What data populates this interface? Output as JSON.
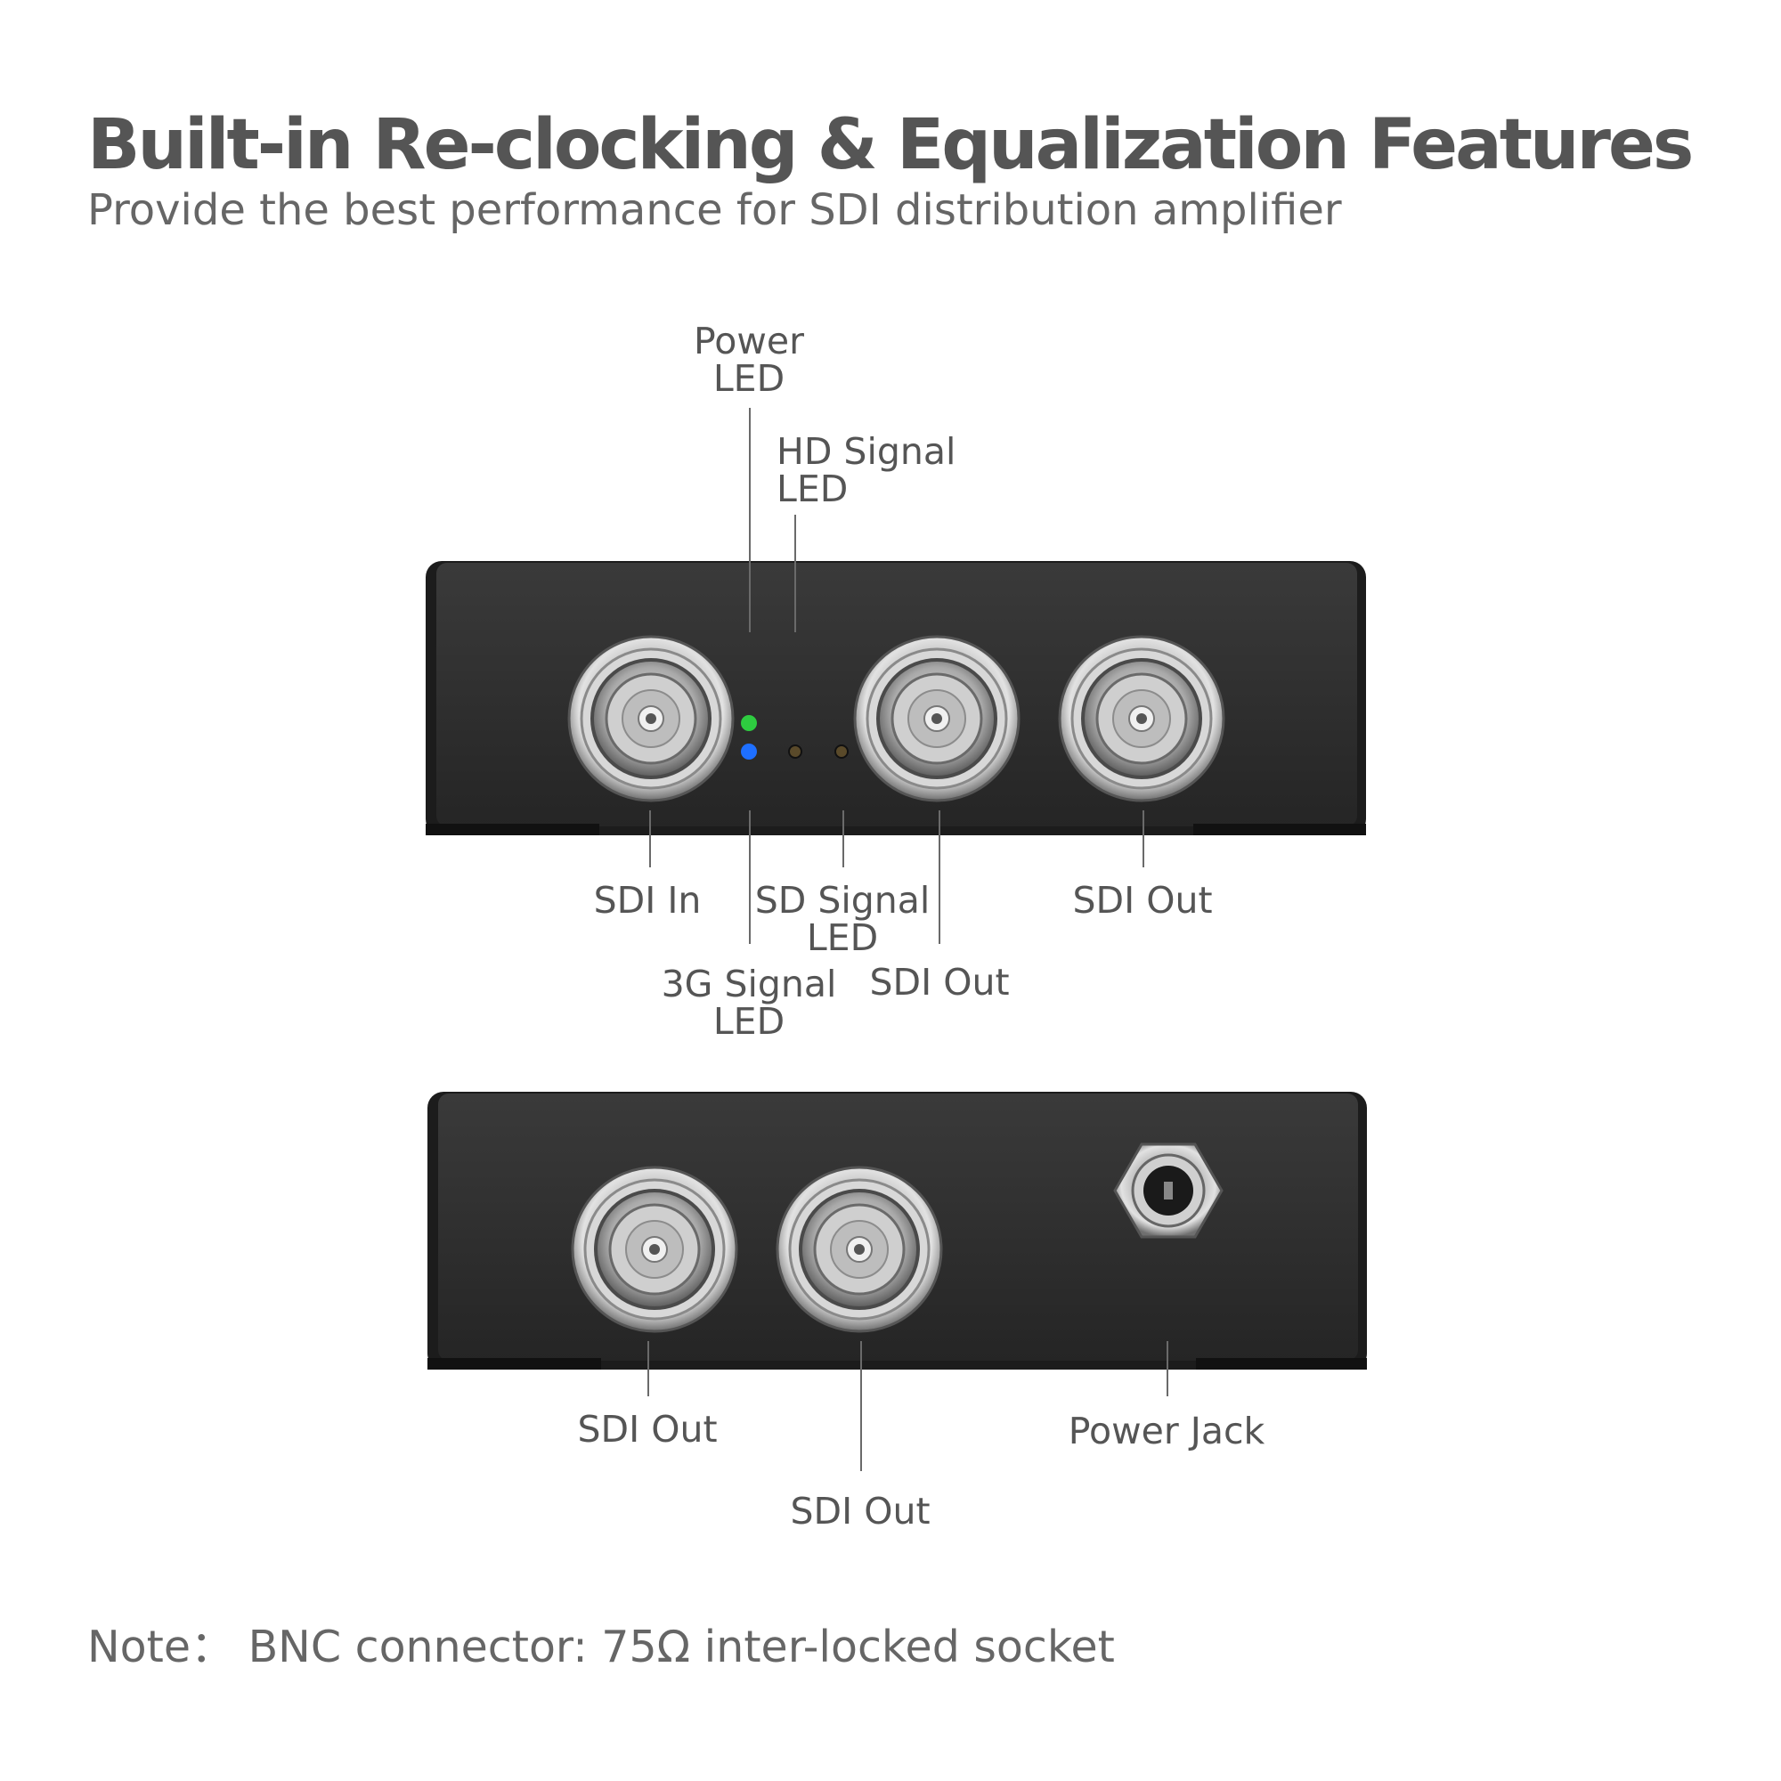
{
  "title": "Built-in Re-clocking & Equalization Features",
  "subtitle": "Provide the best performance for SDI distribution amplifier",
  "note": "Note： BNC connector: 75Ω inter-locked socket",
  "front_panel": {
    "labels": {
      "power_led": [
        "Power",
        "LED"
      ],
      "hd_signal_led": [
        "HD Signal",
        "LED"
      ],
      "sdi_in": "SDI In",
      "sd_signal_led": [
        "SD Signal",
        "LED"
      ],
      "g3_signal_led": [
        "3G Signal",
        "LED"
      ],
      "sdi_out_1": "SDI Out",
      "sdi_out_2": "SDI Out"
    },
    "led_colors": {
      "power": "#2ecc40",
      "g3": "#1e6fff"
    }
  },
  "rear_panel": {
    "labels": {
      "sdi_out_1": "SDI Out",
      "sdi_out_2": "SDI Out",
      "power_jack": "Power Jack"
    }
  }
}
